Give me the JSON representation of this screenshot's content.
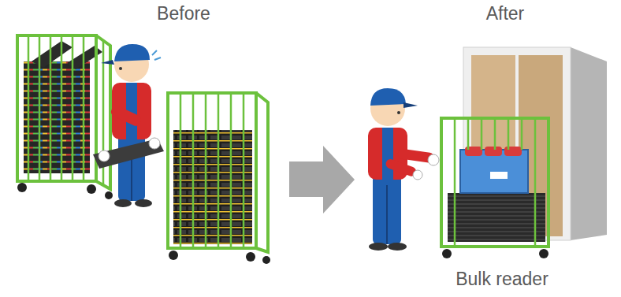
{
  "diagram": {
    "labels": [
      "Before",
      "After",
      "Bulk reader"
    ]
  }
}
